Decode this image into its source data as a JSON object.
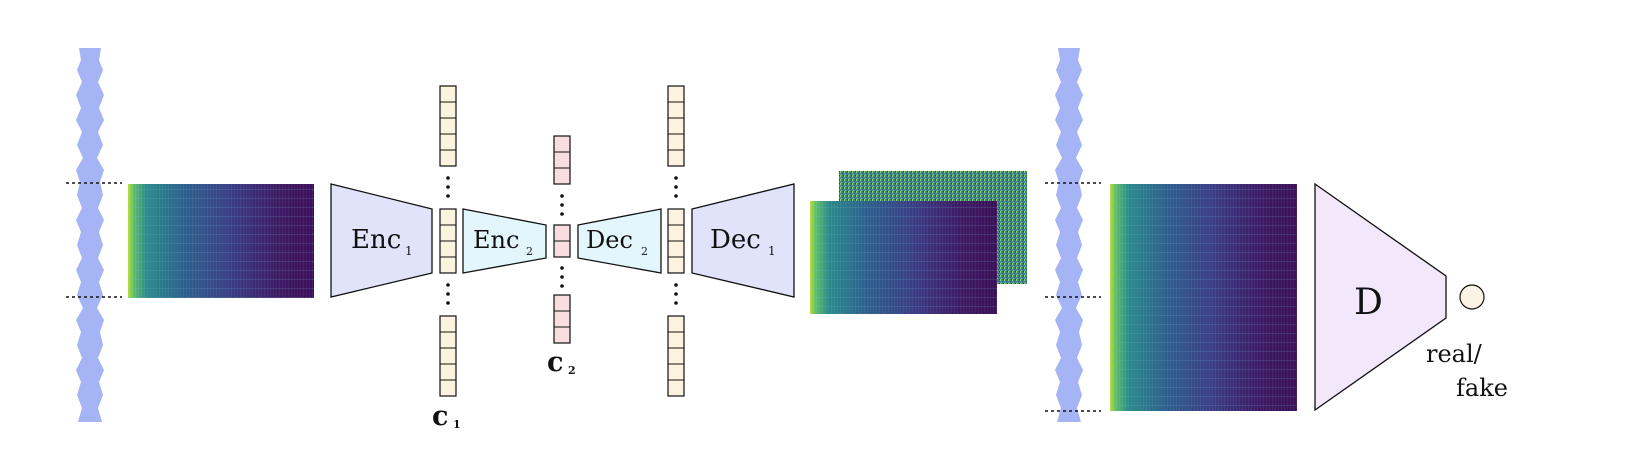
{
  "blocks": {
    "enc1": {
      "label": "Enc",
      "sub": "1"
    },
    "enc2": {
      "label": "Enc",
      "sub": "2"
    },
    "dec2": {
      "label": "Dec",
      "sub": "2"
    },
    "dec1": {
      "label": "Dec",
      "sub": "1"
    },
    "disc": {
      "label": "D"
    }
  },
  "codes": {
    "c1": {
      "label": "c",
      "sub": "1"
    },
    "c2": {
      "label": "c",
      "sub": "2"
    }
  },
  "output_label": {
    "line1": "real/",
    "line2": "fake"
  },
  "colors": {
    "waveform": "#a4b4f4",
    "enc_fill": "#e0e3fa",
    "mid_fill": "#e3f6fb",
    "disc_fill": "#f3e8fb",
    "code1_fill": "#fbf2df",
    "code2_fill": "#f8dede",
    "spec_dark": "#3b0f57",
    "spec_mid": "#2f6d8e",
    "spec_bright": "#9ed34a",
    "noise": "#3f8b8b",
    "output_circle": "#fbf3e4"
  }
}
